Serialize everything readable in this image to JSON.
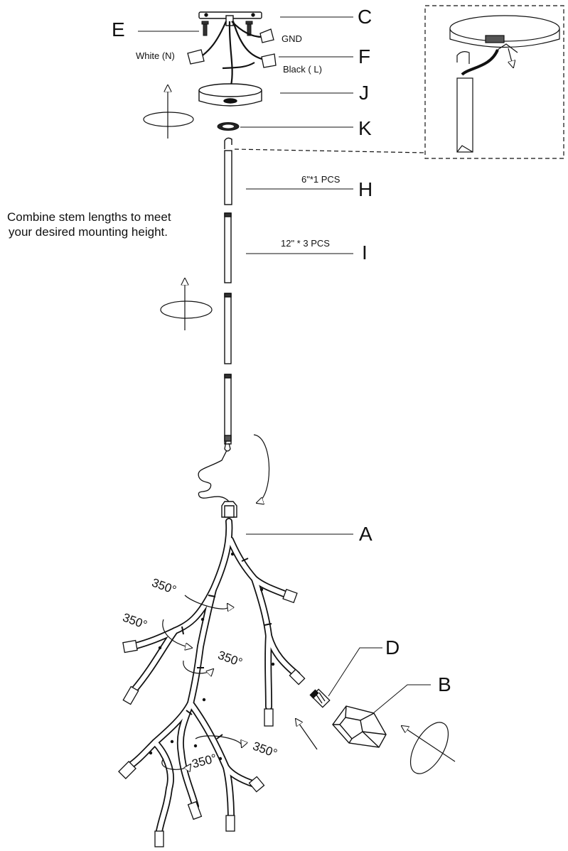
{
  "callouts": {
    "a": "A",
    "b": "B",
    "c": "C",
    "d": "D",
    "e": "E",
    "f": "F",
    "h": "H",
    "i": "I",
    "j": "J",
    "k": "K"
  },
  "wire_labels": {
    "gnd": "GND",
    "white": "White (N)",
    "black": "Black ( L)"
  },
  "stems": {
    "h_qty": "6\"*1 PCS",
    "i_qty": "12\" * 3 PCS"
  },
  "instruction": {
    "line1": "Combine stem lengths to meet",
    "line2": "your desired mounting height."
  },
  "rotation": {
    "angle": "350°"
  }
}
